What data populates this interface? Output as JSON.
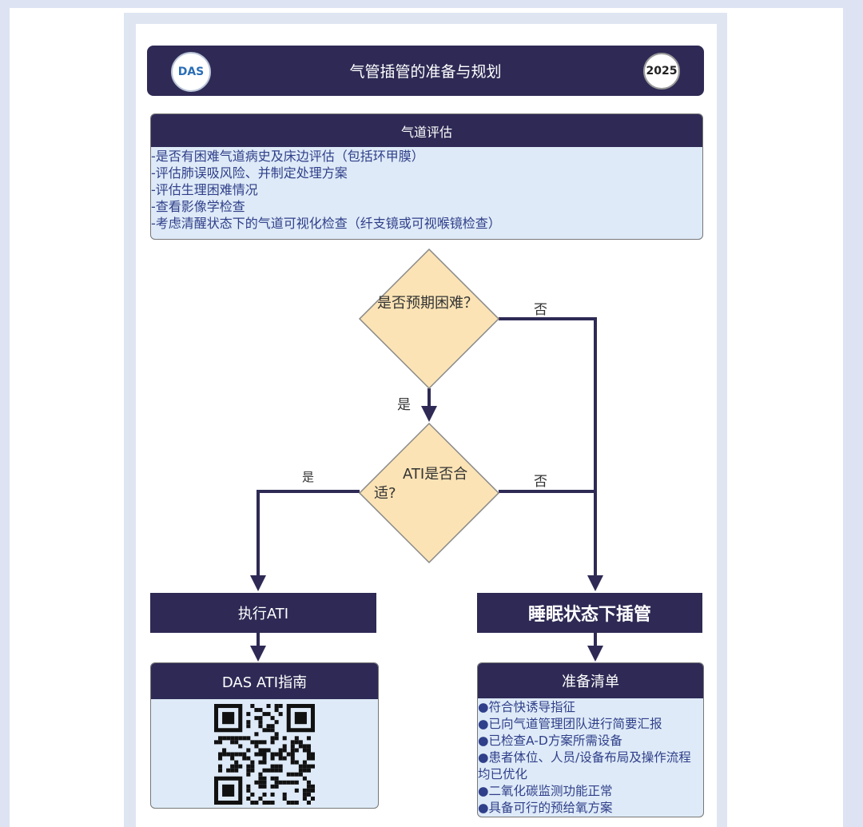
{
  "header": {
    "logo_text": "DAS",
    "title": "气管插管的准备与规划",
    "year": "2025"
  },
  "assessment": {
    "title": "气道评估",
    "items": [
      "-是否有困难气道病史及床边评估（包括环甲膜）",
      "-评估肺误吸风险、并制定处理方案",
      "-评估生理困难情况",
      "-查看影像学检查",
      "-考虑清醒状态下的气道可视化检查（纤支镜或可视喉镜检查）"
    ]
  },
  "decision1": {
    "text": "是否预期困难？",
    "yes": "是",
    "no": "否"
  },
  "decision2": {
    "text": "ATI是否合适?",
    "yes": "是",
    "no": "否"
  },
  "ati": {
    "label": "执行ATI",
    "guide_title": "DAS ATI指南"
  },
  "asleep": {
    "label": "睡眠状态下插管",
    "checklist_title": "准备清单",
    "items": [
      "●符合快诱导指征",
      "●已向气道管理团队进行简要汇报",
      "●已检查A-D方案所需设备",
      "●患者体位、人员/设备布局及操作流程均已优化",
      "●二氧化碳监测功能正常",
      "●具备可行的预给氧方案"
    ]
  },
  "colors": {
    "navy": "#2e2a55",
    "diamond": "#fbe3b5",
    "panel": "#deeaf7"
  }
}
